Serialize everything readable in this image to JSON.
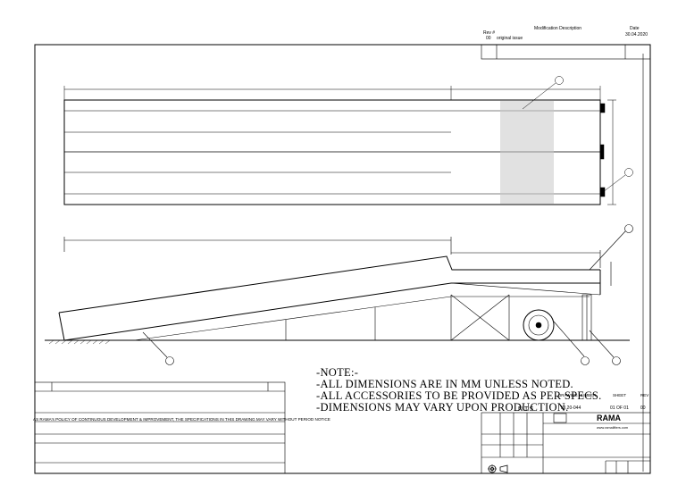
{
  "revision_table": {
    "rev_header": "Rev #",
    "desc_header": "Modification Description",
    "date_header": "Date",
    "rev_value": "00",
    "desc_value": "original issue",
    "date_value": "30.04.2020"
  },
  "notes": {
    "title": "-NOTE:-",
    "lines": [
      "-ALL DIMENSIONS ARE IN MM UNLESS NOTED.",
      "-ALL ACCESSORIES TO BE PROVIDED AS PER SPECS.",
      "-DIMENSIONS MAY VARY UPON PRODUCTION."
    ]
  },
  "policy_text": "AS RAMA's POLICY OF CONTINUOUS DEVELOPMENT & IMPROVEMENT, THE SPECIFICATIONS IN THIS DRAWING MAY VARY WITHOUT PERIOD NOTICE",
  "title_block": {
    "scale": "N.T.S.",
    "drawing_number_label": "DRAWING NUMBER",
    "sheet_label": "SHEET",
    "rev_label": "REV",
    "drawing_number": "IQ.20-044",
    "sheet_value": "01  OF  01",
    "rev_value": "00",
    "company_website": "www.ramalifters.com",
    "company_name": "RAMA"
  },
  "colors": {
    "line": "#000000",
    "paper": "#ffffff"
  }
}
